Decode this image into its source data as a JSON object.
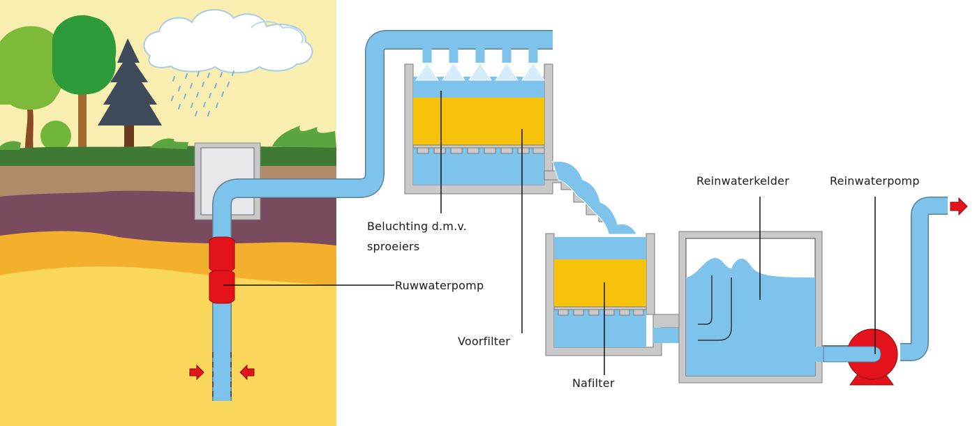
{
  "diagram": {
    "title": "Drinkwaterzuivering: van grondwater tot reinwater",
    "colors": {
      "water": "#7ec3ec",
      "water_dark": "#5aaee0",
      "filter_sand": "#f7c20a",
      "wall": "#c9c9c9",
      "pump": "#e4121a",
      "arrow": "#e4121a",
      "sky": "#f8eeb0",
      "grass": "#3f7a35",
      "soil_brown": "#b18a6a",
      "soil_purple": "#7a4a5e",
      "sand_orange": "#f2b02c",
      "sand_yellow": "#f8d75a"
    },
    "labels": {
      "ruwwaterpomp": "Ruwwaterpomp",
      "beluchting_line1": "Beluchting d.m.v.",
      "beluchting_line2": "sproeiers",
      "voorfilter": "Voorfilter",
      "nafilter": "Nafilter",
      "reinwaterkelder": "Reinwaterkelder",
      "reinwaterpomp": "Reinwaterpomp"
    },
    "flow_steps": [
      "Ruwwaterpomp",
      "Beluchting d.m.v. sproeiers",
      "Voorfilter",
      "Nafilter",
      "Reinwaterkelder",
      "Reinwaterpomp"
    ]
  }
}
